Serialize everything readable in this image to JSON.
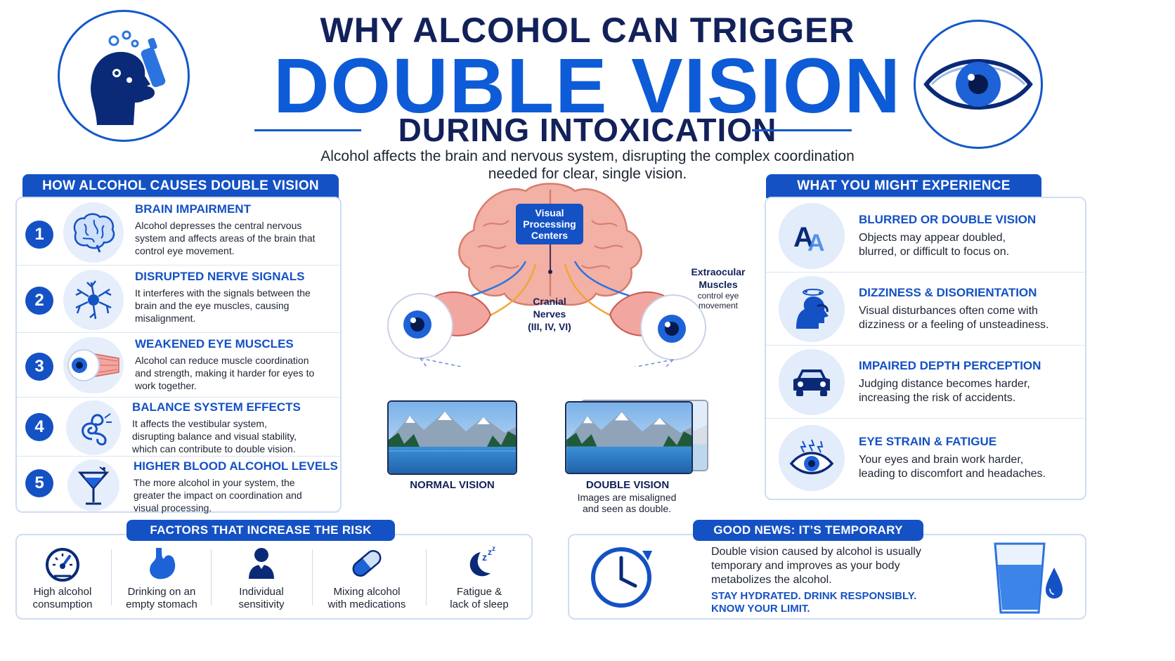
{
  "header": {
    "title_line1": "WHY ALCOHOL CAN TRIGGER",
    "title_line2": "DOUBLE VISION",
    "title_line3": "DURING INTOXICATION",
    "subtitle_line1": "Alcohol affects the brain and nervous system, disrupting the complex coordination",
    "subtitle_line2": "needed for clear, single vision."
  },
  "left_section": {
    "title": "HOW ALCOHOL CAUSES DOUBLE VISION",
    "steps": [
      {
        "num": "1",
        "icon": "brain-icon",
        "title": "BRAIN IMPAIRMENT",
        "text": "Alcohol depresses the central nervous system and affects areas of the brain that control eye movement."
      },
      {
        "num": "2",
        "icon": "neuron-icon",
        "title": "DISRUPTED NERVE SIGNALS",
        "text": "It interferes with the signals between the brain and the eye muscles, causing misalignment."
      },
      {
        "num": "3",
        "icon": "eye-muscle-icon",
        "title": "WEAKENED EYE MUSCLES",
        "text": "Alcohol can reduce muscle coordination and strength, making it harder for eyes to work together."
      },
      {
        "num": "4",
        "icon": "inner-ear-icon",
        "title": "BALANCE SYSTEM EFFECTS",
        "text": "It affects the vestibular system, disrupting balance and visual stability, which can contribute to double vision."
      },
      {
        "num": "5",
        "icon": "cocktail-icon",
        "title": "HIGHER BLOOD ALCOHOL LEVELS",
        "text": "The more alcohol in your system, the greater the impact on coordination and visual processing."
      }
    ]
  },
  "diagram": {
    "visual_centers": "Visual Processing Centers",
    "cranial_nerves": "Cranial Nerves",
    "cranial_nerves_sub": "(III, IV, VI)",
    "extraocular": "Extraocular Muscles",
    "extraocular_sub": "control eye movement",
    "normal_label": "NORMAL VISION",
    "double_label": "DOUBLE VISION",
    "double_sub": "Images are misaligned and seen as double."
  },
  "right_section": {
    "title": "WHAT YOU MIGHT EXPERIENCE",
    "items": [
      {
        "icon": "text-blur-icon",
        "title": "BLURRED OR DOUBLE VISION",
        "text": "Objects may appear doubled, blurred, or difficult to focus on."
      },
      {
        "icon": "dizzy-head-icon",
        "title": "DIZZINESS & DISORIENTATION",
        "text": "Visual disturbances often come with dizziness or a feeling of unsteadiness."
      },
      {
        "icon": "car-icon",
        "title": "IMPAIRED DEPTH PERCEPTION",
        "text": "Judging distance becomes harder, increasing the risk of accidents."
      },
      {
        "icon": "strained-eye-icon",
        "title": "EYE STRAIN & FATIGUE",
        "text": "Your eyes and brain work harder, leading to discomfort and headaches."
      }
    ]
  },
  "factors": {
    "title": "FACTORS THAT INCREASE THE RISK",
    "items": [
      {
        "icon": "gauge-icon",
        "line1": "High alcohol",
        "line2": "consumption"
      },
      {
        "icon": "stomach-icon",
        "line1": "Drinking on an",
        "line2": "empty stomach"
      },
      {
        "icon": "person-icon",
        "line1": "Individual",
        "line2": "sensitivity"
      },
      {
        "icon": "pill-icon",
        "line1": "Mixing alcohol",
        "line2": "with medications"
      },
      {
        "icon": "sleep-moon-icon",
        "line1": "Fatigue &",
        "line2": "lack of sleep"
      }
    ]
  },
  "good_news": {
    "title": "GOOD NEWS: IT’S TEMPORARY",
    "text": "Double vision caused by alcohol is usually temporary and improves as your body metabolizes the alcohol.",
    "cta_line1": "STAY HYDRATED. DRINK RESPONSIBLY.",
    "cta_line2": "KNOW YOUR LIMIT."
  },
  "colors": {
    "primary": "#1451c4",
    "navy": "#13215a",
    "accent": "#0d5bd7",
    "brain": "#f0a79a"
  }
}
